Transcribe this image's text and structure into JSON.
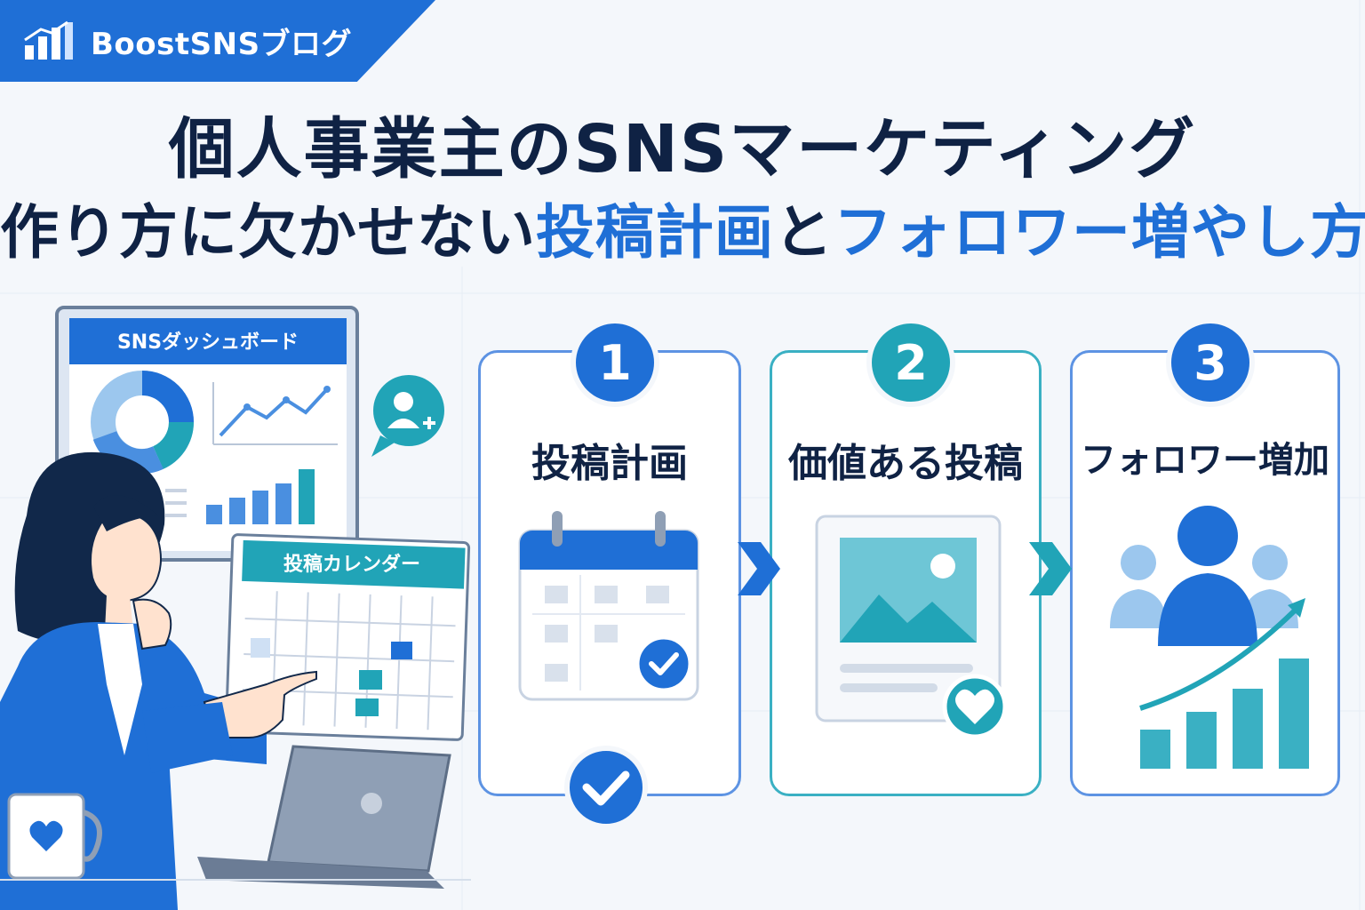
{
  "brand": {
    "name": "BoostSNSブログ",
    "icon": "bar-chart-icon"
  },
  "title": {
    "line1": "個人事業主のSNSマーケティング",
    "line2_plain": "作り方に欠かせない",
    "line2_accent1": "投稿計画",
    "line2_connector": "と",
    "line2_accent2": "フォロワー増やし方"
  },
  "illustration": {
    "dashboard_title": "SNSダッシュボード",
    "calendar_title": "投稿カレンダー"
  },
  "steps": [
    {
      "number": "1",
      "label": "投稿計画",
      "icon": "calendar-check-icon"
    },
    {
      "number": "2",
      "label": "価値ある投稿",
      "icon": "image-post-heart-icon"
    },
    {
      "number": "3",
      "label": "フォロワー増加",
      "icon": "users-growth-chart-icon"
    }
  ],
  "colors": {
    "primary_blue": "#1f6fd6",
    "teal": "#21a4b7",
    "navy_text": "#0f2244",
    "background": "#f4f7fb"
  }
}
